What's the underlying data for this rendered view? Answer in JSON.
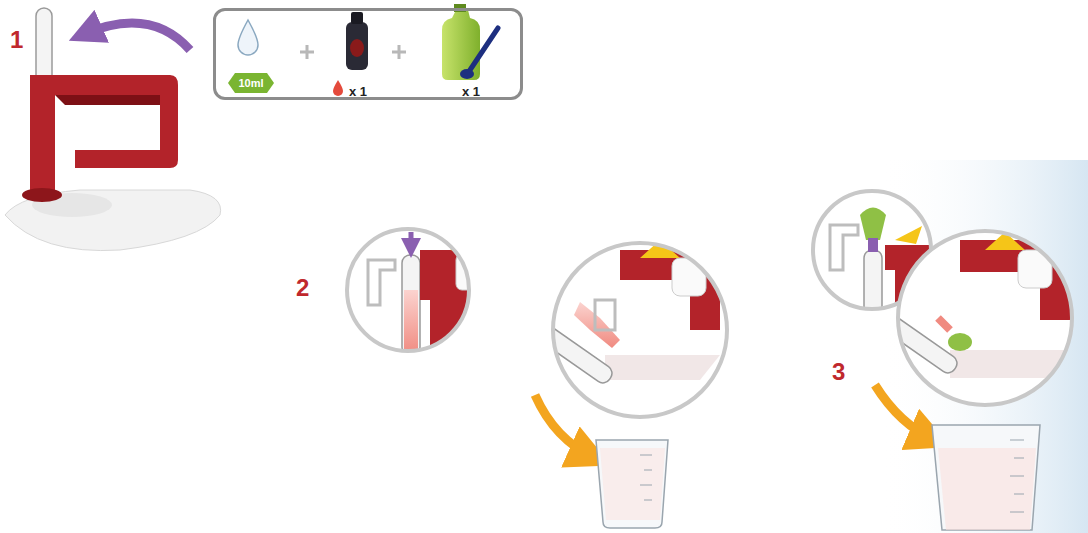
{
  "diagram": {
    "nodes": [
      {
        "text": [
          "x 1",
          "x 1"
        ]
      },
      {
        "text": [
          "10ml"
        ],
        "in": 0
      }
    ],
    "labels": [
      "1",
      "2",
      "3"
    ]
  }
}
